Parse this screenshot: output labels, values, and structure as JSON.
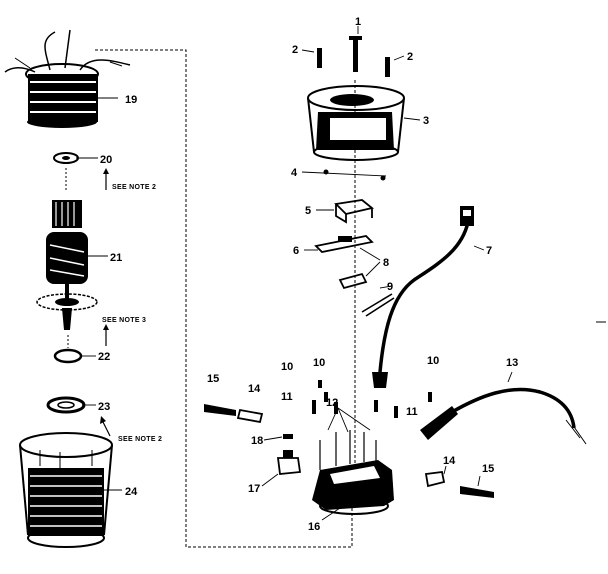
{
  "callouts": [
    "1",
    "2",
    "2",
    "3",
    "4",
    "5",
    "6",
    "7",
    "8",
    "9",
    "10",
    "10",
    "10",
    "11",
    "11",
    "12",
    "13",
    "14",
    "14",
    "15",
    "15",
    "16",
    "17",
    "18",
    "19",
    "20",
    "21",
    "22",
    "23",
    "24"
  ],
  "notes": [
    "SEE NOTE 2",
    "SEE NOTE 3",
    "SEE NOTE 2"
  ]
}
